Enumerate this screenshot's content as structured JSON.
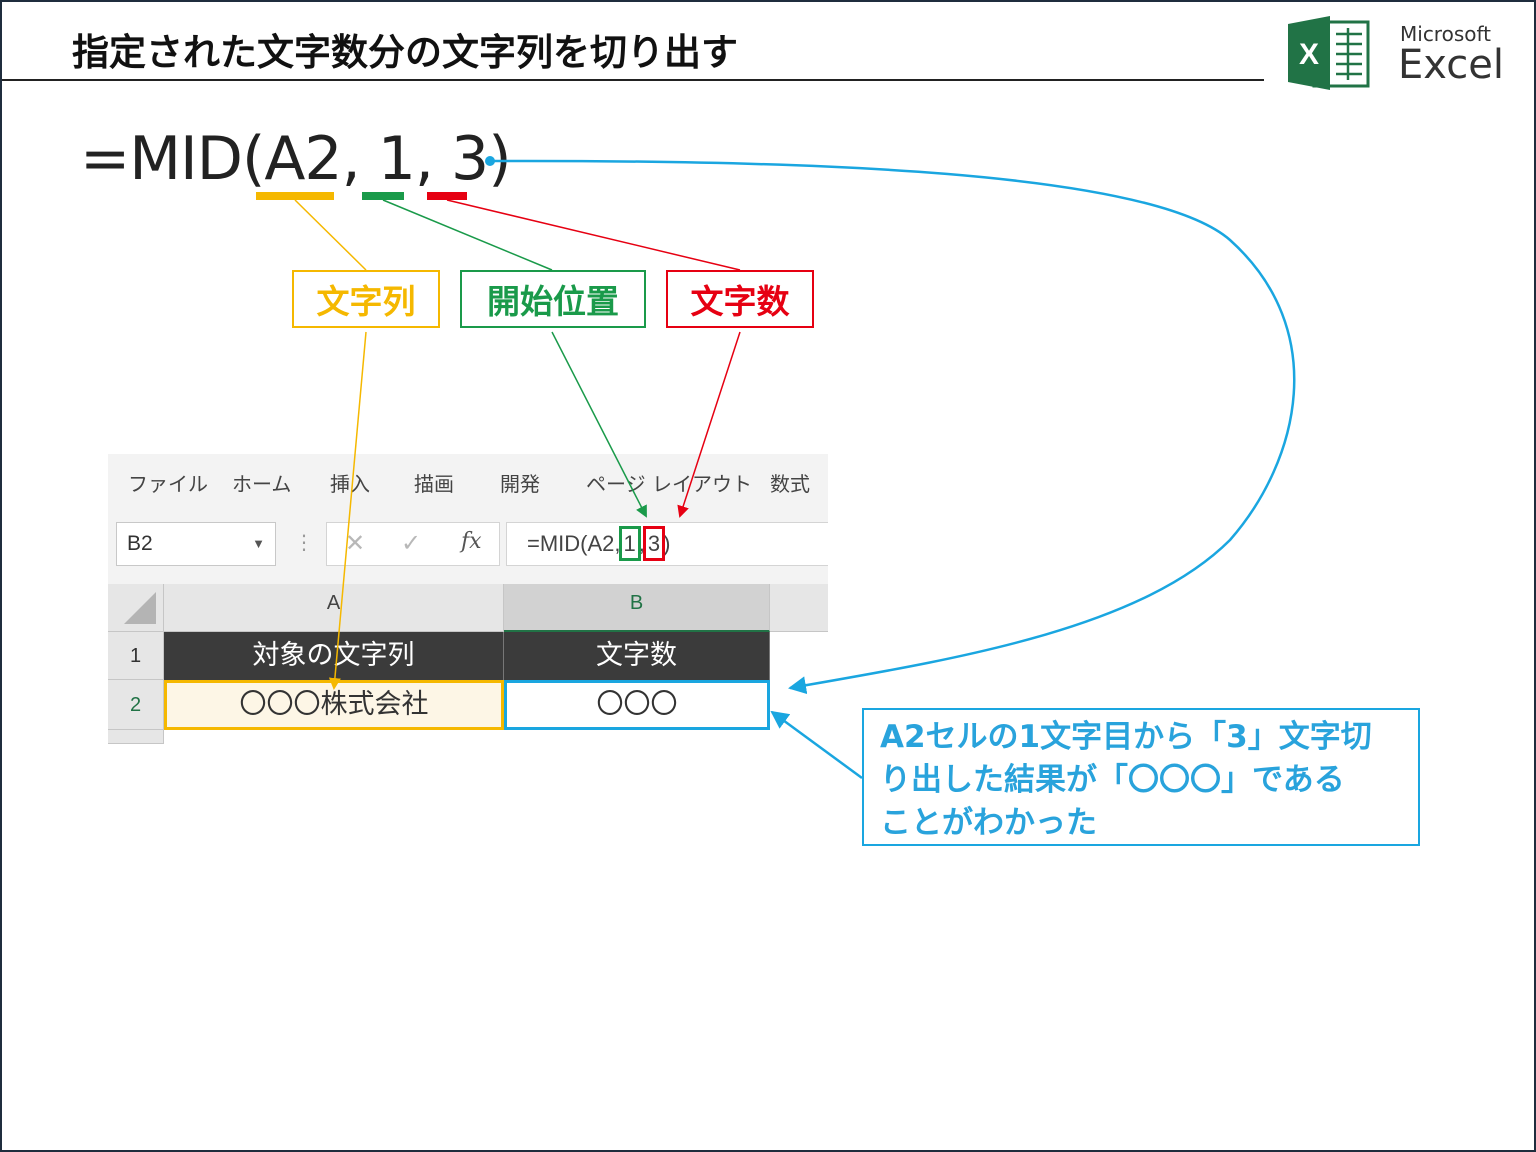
{
  "slide": {
    "title": "指定された文字数分の文字列を切り出す"
  },
  "logo": {
    "icon_letter": "X",
    "brand": "Microsoft",
    "product": "Excel",
    "icon_color": "#217346"
  },
  "formula_display": "=MID(A2, 1, 3)",
  "labels": {
    "text_arg": "文字列",
    "start_arg": "開始位置",
    "count_arg": "文字数"
  },
  "colors": {
    "text_arg": "#f5b800",
    "start_arg": "#1a9a4a",
    "count_arg": "#e60012",
    "callout": "#1aa6e0",
    "excel_green": "#217346"
  },
  "excel": {
    "ribbon_tabs": [
      "ファイル",
      "ホーム",
      "挿入",
      "描画",
      "開発",
      "ページ レイアウト",
      "数式"
    ],
    "name_box": "B2",
    "formula_bar": {
      "prefix": "=MID(A2,",
      "start": "1",
      "sep": ",",
      "count": "3",
      "suffix": ")"
    },
    "columns": [
      "A",
      "B"
    ],
    "rows": [
      "1",
      "2"
    ],
    "cells": {
      "A1": "対象の文字列",
      "B1": "文字数",
      "A2": "〇〇〇株式会社",
      "B2": "〇〇〇"
    },
    "icons": {
      "name_box_dropdown": "chevron-down-icon",
      "cancel": "close-icon",
      "enter": "check-icon",
      "function": "fx-icon"
    }
  },
  "callout": {
    "lines": [
      "A2セルの1文字目から「3」文字切",
      "り出した結果が「〇〇〇」である",
      "ことがわかった"
    ]
  }
}
